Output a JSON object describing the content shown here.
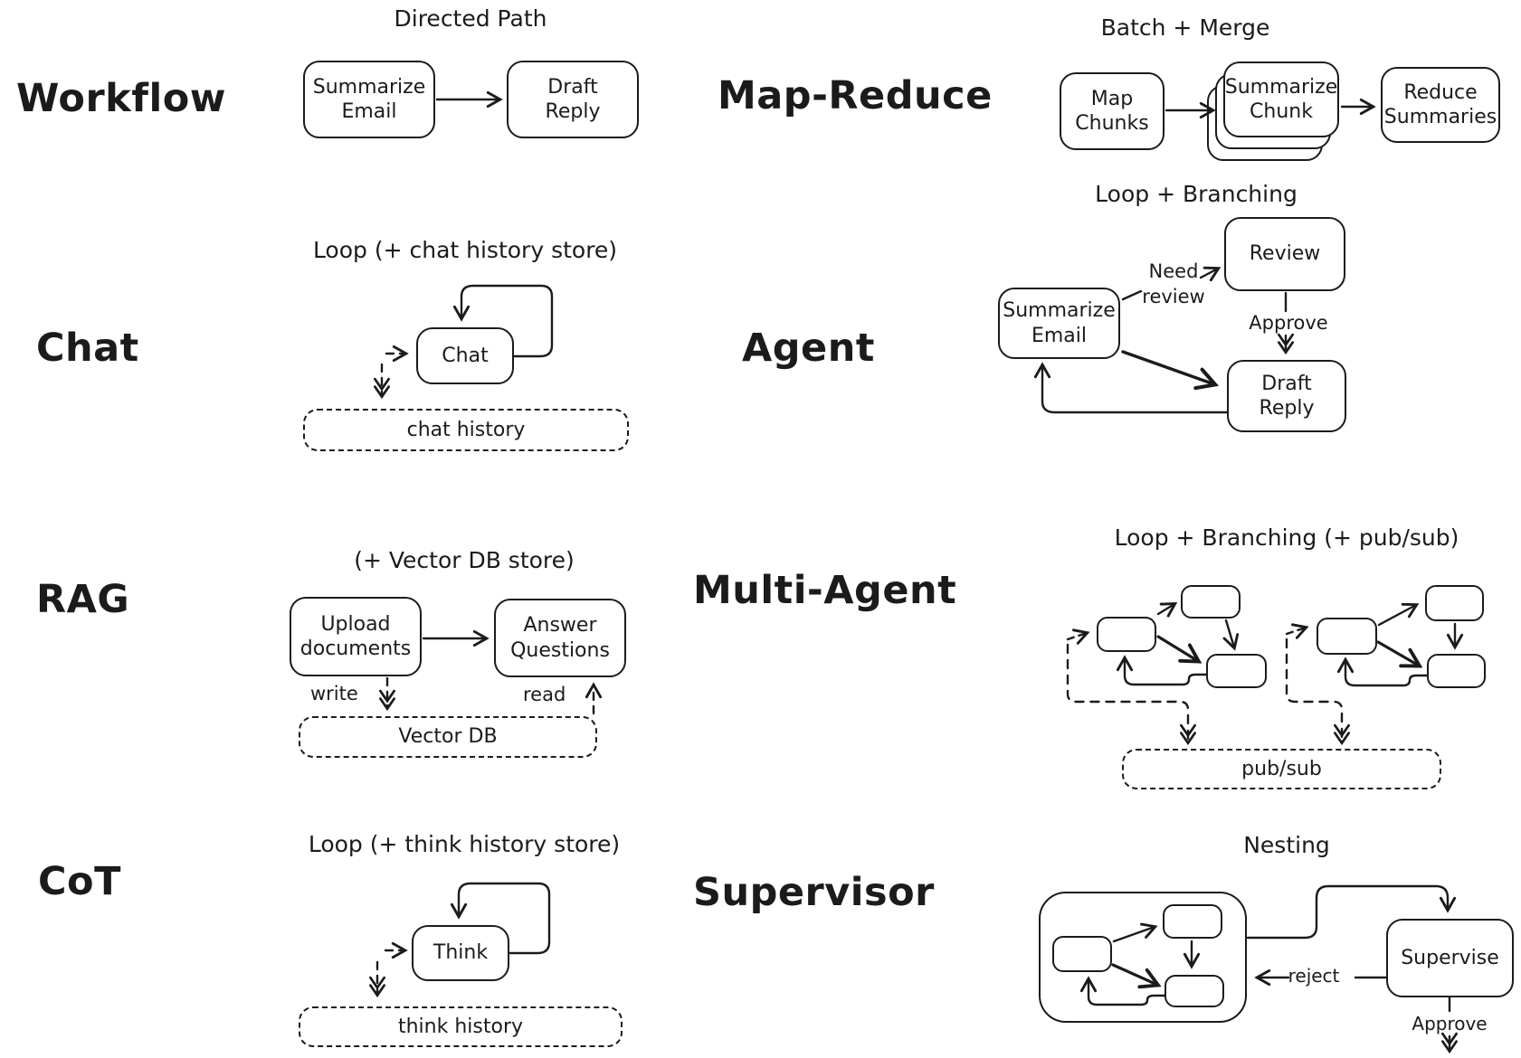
{
  "colors": {
    "ink": "#1b1b1b",
    "background": "#ffffff"
  },
  "sections": {
    "workflow": {
      "label": "Workflow",
      "title": "Directed Path",
      "nodes": {
        "summarize_email": "Summarize Email",
        "draft_reply": "Draft Reply"
      }
    },
    "map_reduce": {
      "label": "Map-Reduce",
      "title": "Batch + Merge",
      "nodes": {
        "map_chunks": "Map Chunks",
        "summarize_chunk": "Summarize Chunk",
        "reduce_summaries": "Reduce Summaries"
      }
    },
    "chat": {
      "label": "Chat",
      "title": "Loop (+ chat history store)",
      "nodes": {
        "chat": "Chat",
        "store": "chat history"
      }
    },
    "agent": {
      "label": "Agent",
      "title": "Loop + Branching",
      "nodes": {
        "summarize_email": "Summarize Email",
        "review": "Review",
        "draft_reply": "Draft Reply"
      },
      "edges": {
        "need_review": "Need review",
        "approve": "Approve"
      }
    },
    "rag": {
      "label": "RAG",
      "title": "(+ Vector DB store)",
      "nodes": {
        "upload_documents": "Upload documents",
        "answer_questions": "Answer Questions",
        "store": "Vector DB"
      },
      "edges": {
        "write": "write",
        "read": "read"
      }
    },
    "multi_agent": {
      "label": "Multi-Agent",
      "title": "Loop + Branching (+ pub/sub)",
      "nodes": {
        "store": "pub/sub"
      }
    },
    "cot": {
      "label": "CoT",
      "title": "Loop (+ think history store)",
      "nodes": {
        "think": "Think",
        "store": "think history"
      }
    },
    "supervisor": {
      "label": "Supervisor",
      "title": "Nesting",
      "nodes": {
        "supervise": "Supervise"
      },
      "edges": {
        "reject": "reject",
        "approve": "Approve"
      }
    }
  }
}
